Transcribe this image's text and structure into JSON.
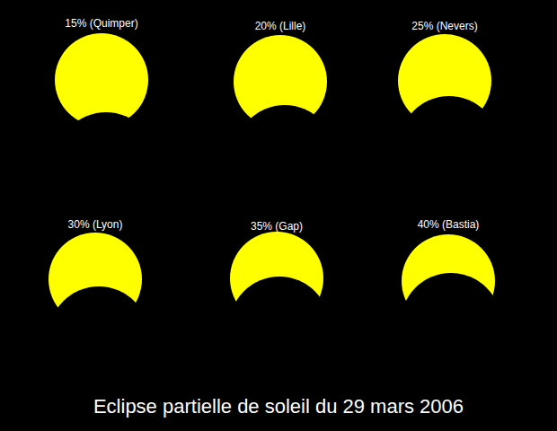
{
  "diagram": {
    "caption": "Eclipse partielle de soleil du 29 mars 2006",
    "nodes": [
      {
        "text": [
          "15% (Quimper)"
        ]
      },
      {
        "text": [
          "20% (Lille)"
        ]
      },
      {
        "text": [
          "25% (Nevers)"
        ]
      },
      {
        "text": [
          "30% (Lyon)"
        ]
      },
      {
        "text": [
          "35% (Gap)"
        ]
      },
      {
        "text": [
          "40% (Bastia)"
        ]
      }
    ]
  }
}
